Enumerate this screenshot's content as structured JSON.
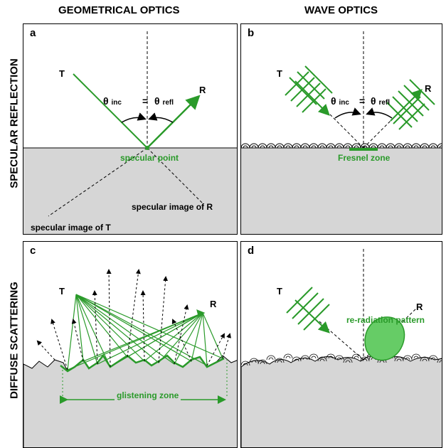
{
  "headers": {
    "col_left": "GEOMETRICAL OPTICS",
    "col_right": "WAVE OPTICS",
    "row_top": "SPECULAR REFLECTION",
    "row_bottom": "DIFFUSE SCATTERING"
  },
  "panels": {
    "a": {
      "letter": "a",
      "transmitter": "T",
      "receiver": "R",
      "theta_symbol": "θ",
      "theta_inc": "inc",
      "equals": "=",
      "theta_refl": "refl",
      "specular_point": "specular point",
      "specular_image_r": "specular image of R",
      "specular_image_t": "specular image of T"
    },
    "b": {
      "letter": "b",
      "transmitter": "T",
      "receiver": "R",
      "theta_symbol": "θ",
      "theta_inc": "inc",
      "equals": "=",
      "theta_refl": "refl",
      "fresnel_zone": "Fresnel zone"
    },
    "c": {
      "letter": "c",
      "transmitter": "T",
      "receiver": "R",
      "glistening_zone": "glistening zone"
    },
    "d": {
      "letter": "d",
      "transmitter": "T",
      "receiver": "R",
      "reradiation_pattern": "re-radiation pattern"
    }
  },
  "colors": {
    "ray_green": "#2a9a2a",
    "fill_green": "#66cc66",
    "ground_gray": "#d6d6d6",
    "outline": "#000000"
  }
}
